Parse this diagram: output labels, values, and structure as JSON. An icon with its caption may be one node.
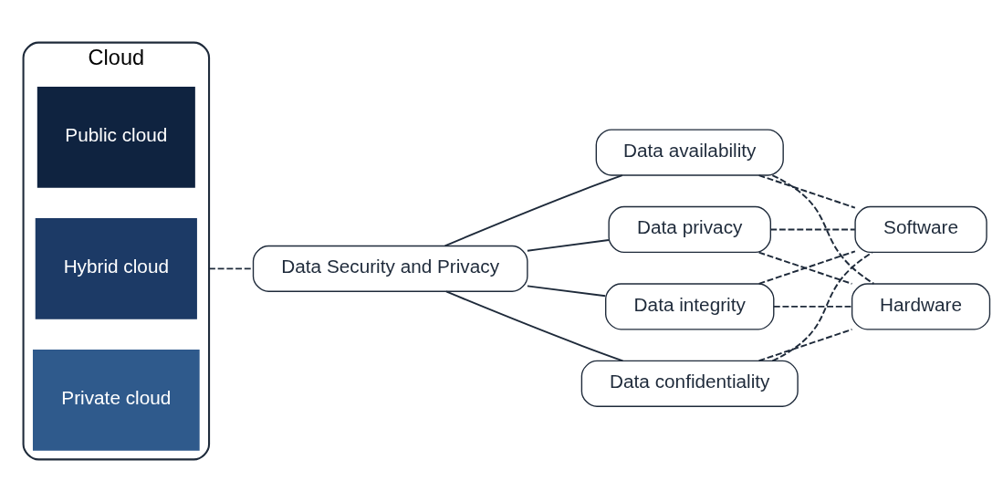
{
  "diagram": {
    "nodes": [
      {
        "text": [
          "Cloud"
        ]
      },
      {
        "text": [
          "Public cloud"
        ],
        "in": 0
      },
      {
        "text": [
          "Hybrid cloud"
        ],
        "in": 0
      },
      {
        "text": [
          "Private cloud"
        ],
        "in": 0
      },
      {
        "text": [
          "Data Security and Privacy"
        ]
      },
      {
        "text": [
          "Data integrity"
        ]
      },
      {
        "text": [
          "Data confidentiality"
        ]
      },
      {
        "text": [
          "Data availability"
        ]
      },
      {
        "text": [
          "Data privacy"
        ]
      },
      {
        "text": [
          "Software"
        ]
      },
      {
        "text": [
          "Hardware"
        ]
      }
    ],
    "edges": [
      {
        "from": 0,
        "to": 4,
        "arrow": "none",
        "style": "dashed"
      },
      {
        "from": 4,
        "to": 5,
        "arrow": "none"
      },
      {
        "from": 4,
        "to": 6,
        "arrow": "none"
      },
      {
        "from": 4,
        "to": 7,
        "arrow": "none"
      },
      {
        "from": 4,
        "to": 8,
        "arrow": "none"
      },
      {
        "from": 5,
        "to": 9,
        "arrow": "none",
        "style": "dashed"
      },
      {
        "from": 5,
        "to": 10,
        "arrow": "none",
        "style": "dashed"
      },
      {
        "from": 6,
        "to": 9,
        "arrow": "none",
        "style": "dashed"
      },
      {
        "from": 6,
        "to": 10,
        "arrow": "none",
        "style": "dashed"
      },
      {
        "from": 7,
        "to": 9,
        "arrow": "none",
        "style": "dashed"
      },
      {
        "from": 7,
        "to": 10,
        "arrow": "none",
        "style": "dashed"
      },
      {
        "from": 8,
        "to": 9,
        "arrow": "none",
        "style": "dashed"
      },
      {
        "from": 8,
        "to": 10,
        "arrow": "none",
        "style": "dashed"
      }
    ]
  }
}
